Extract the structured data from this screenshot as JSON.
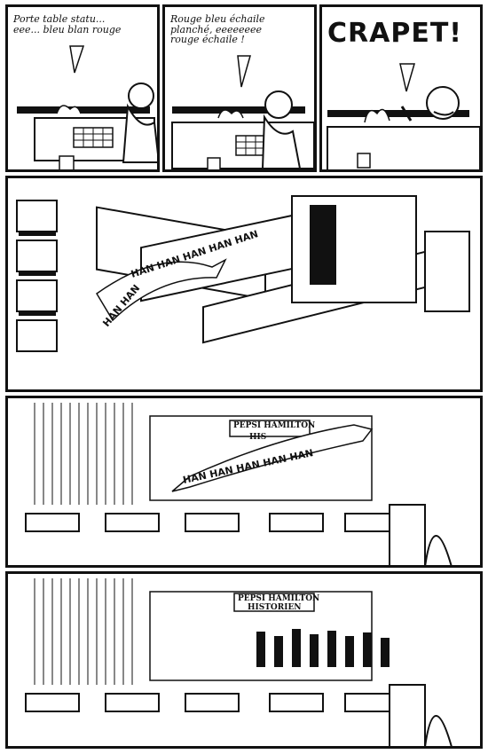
{
  "panels": {
    "p1": {
      "speech": "Porte table statu...\neee... bleu blan rouge"
    },
    "p2": {
      "speech": "Rouge bleu échaile\nplanché, eeeeeeee\nrouge échaile !"
    },
    "p3": {
      "speech": "CRAPET!"
    },
    "p4": {
      "sfx_1": "HAN HAN HAN HAN HAN",
      "sfx_2": "HAN HAN"
    },
    "p5": {
      "sign_1": "PEPSI HAMILTON",
      "sign_2": "HIS",
      "sfx": "HAN HAN HAN HAN HAN"
    },
    "p6": {
      "sign_1": "PEPSI HAMILTON",
      "sign_2": "HISTORIEN"
    }
  }
}
